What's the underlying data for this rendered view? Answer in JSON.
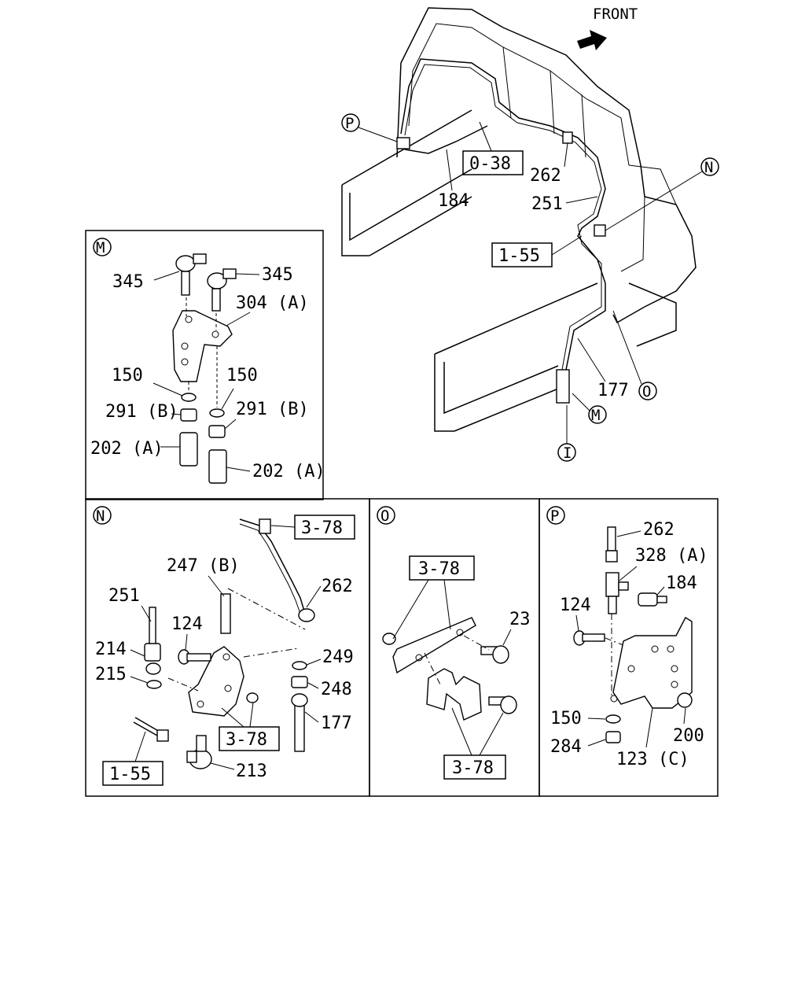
{
  "main_view": {
    "front": "FRONT",
    "callouts": {
      "p": "P",
      "n": "N",
      "o": "O",
      "m": "M",
      "i": "I"
    },
    "refs": {
      "r038": "0-38",
      "r155": "1-55"
    },
    "labels": {
      "l184": "184",
      "l262": "262",
      "l251": "251",
      "l177": "177"
    }
  },
  "panel_m": {
    "letter": "M",
    "labels": {
      "a345": "345",
      "b345": "345",
      "c304": "304 (A)",
      "d150": "150",
      "e150": "150",
      "f291": "291 (B)",
      "g291": "291 (B)",
      "h202": "202 (A)",
      "i202": "202 (A)"
    }
  },
  "panel_n": {
    "letter": "N",
    "refs": {
      "r378a": "3-78",
      "r378b": "3-78",
      "r155": "1-55"
    },
    "labels": {
      "l247": "247 (B)",
      "l262": "262",
      "l251": "251",
      "l124": "124",
      "l214": "214",
      "l215": "215",
      "l249": "249",
      "l248": "248",
      "l177": "177",
      "l213": "213"
    }
  },
  "panel_o": {
    "letter": "O",
    "refs": {
      "r378a": "3-78",
      "r378b": "3-78"
    },
    "labels": {
      "l23": "23"
    }
  },
  "panel_p": {
    "letter": "P",
    "labels": {
      "l262": "262",
      "l328": "328 (A)",
      "l184": "184",
      "l124": "124",
      "l150": "150",
      "l284": "284",
      "l200": "200",
      "l123": "123 (C)"
    }
  }
}
